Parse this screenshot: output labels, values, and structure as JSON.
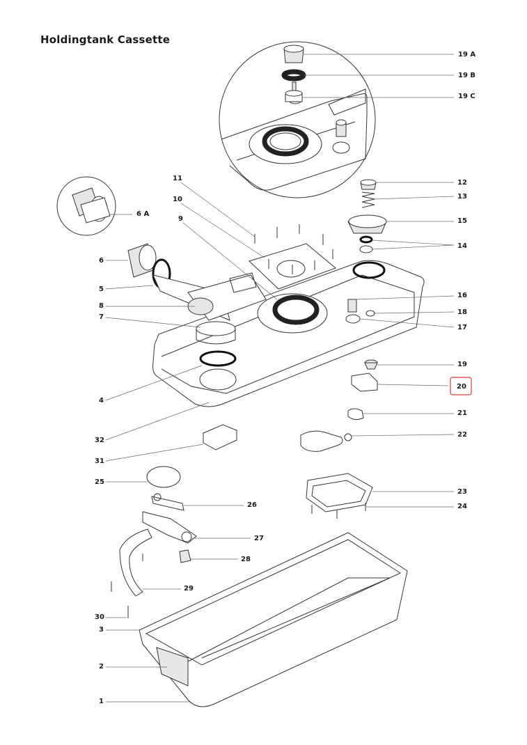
{
  "title": "Holdingtank Cassette",
  "highlight_color": "#d9383d",
  "labels": {
    "p19a": "19 A",
    "p19b": "19 B",
    "p19c": "19 C",
    "p6a": "6 A",
    "p11": "11",
    "p10": "10",
    "p9": "9",
    "p12": "12",
    "p13": "13",
    "p15": "15",
    "p14": "14",
    "p6": "6",
    "p5": "5",
    "p8": "8",
    "p7": "7",
    "p16": "16",
    "p18": "18",
    "p17": "17",
    "p4": "4",
    "p19": "19",
    "p20": "20",
    "p21": "21",
    "p22": "22",
    "p32": "32",
    "p31": "31",
    "p25": "25",
    "p26": "26",
    "p23": "23",
    "p24": "24",
    "p27": "27",
    "p28": "28",
    "p29": "29",
    "p30": "30",
    "p3": "3",
    "p2": "2",
    "p1": "1"
  }
}
